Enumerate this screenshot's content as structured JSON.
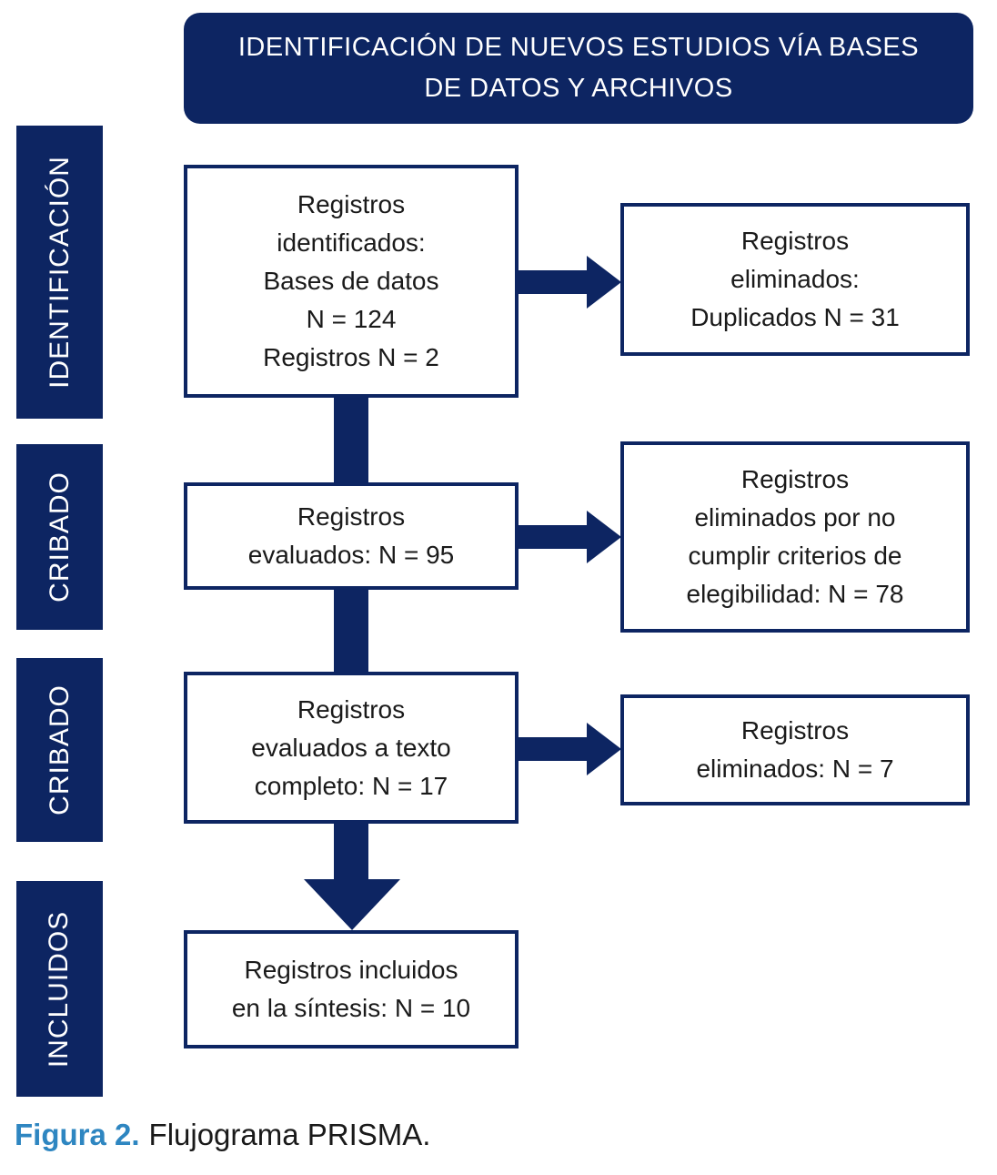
{
  "banner": {
    "text": "IDENTIFICACIÓN DE NUEVOS ESTUDIOS VÍA BASES\nDE DATOS Y ARCHIVOS"
  },
  "sidebar": {
    "labels": [
      {
        "label": "IDENTIFICACIÓN"
      },
      {
        "label": "CRIBADO"
      },
      {
        "label": "CRIBADO"
      },
      {
        "label": "INCLUIDOS"
      }
    ]
  },
  "flow": {
    "main_boxes": [
      {
        "text": "Registros\nidentificados:\nBases de datos\nN = 124\nRegistros N = 2"
      },
      {
        "text": "Registros\nevaluados: N = 95"
      },
      {
        "text": "Registros\nevaluados a texto\ncompleto: N = 17"
      },
      {
        "text": "Registros incluidos\nen la síntesis: N = 10"
      }
    ],
    "side_boxes": [
      {
        "text": "Registros\neliminados:\nDuplicados N = 31"
      },
      {
        "text": "Registros\neliminados por no\ncumplir criterios de\nelegibilidad: N = 78"
      },
      {
        "text": "Registros\neliminados: N = 7"
      }
    ]
  },
  "caption": {
    "prefix": "Figura 2.",
    "text": "Flujograma PRISMA."
  },
  "colors": {
    "navy": "#0d2562",
    "caption_blue": "#2e86c1",
    "box_text": "#1a1a1a",
    "box_background": "#ffffff"
  }
}
